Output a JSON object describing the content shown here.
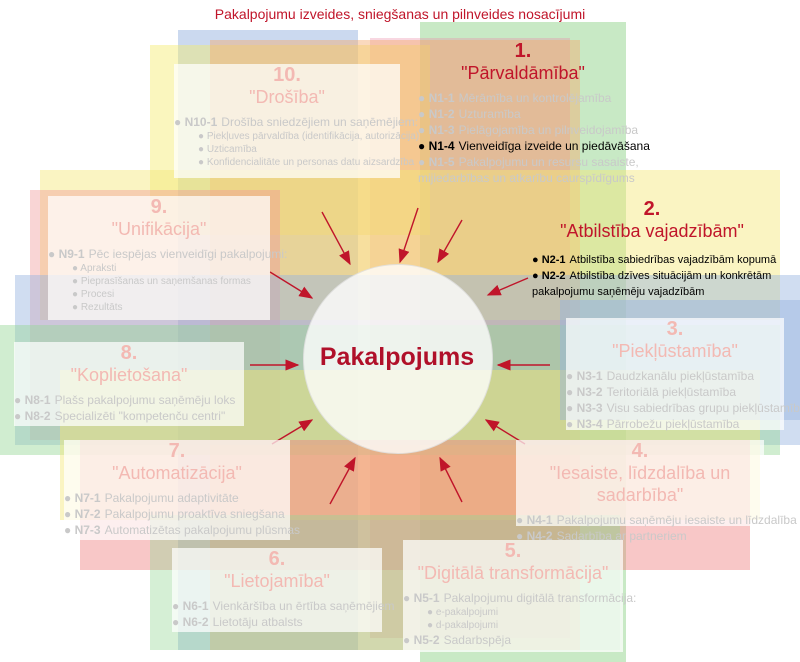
{
  "title": "Pakalpojumu izveides, sniegšanas un pilnveides nosacījumi",
  "center": "Pakalpojums",
  "colors": {
    "red": "#c0152a",
    "accent_orange": "#f5a55c",
    "accent_yellow": "#f2e463",
    "accent_green": "#9fd79a",
    "accent_blue": "#8fa9db"
  },
  "panels": [
    {
      "id": "p1",
      "num": "1.",
      "name": "\"Pārvaldāmība\"",
      "items": [
        {
          "code": "N1-1",
          "text": "Mērāmība un kontrolējamība"
        },
        {
          "code": "N1-2",
          "text": "Uzturamība"
        },
        {
          "code": "N1-3",
          "text": "Pielāgojamība un pilnveidojamība"
        },
        {
          "code": "N1-4",
          "text": "Vienveidīga izveide un piedāvāšana",
          "hl": true
        },
        {
          "code": "N1-5",
          "text": "Pakalpojumu un resursu sasaiste,"
        },
        {
          "text": "mijiedarbības un atkarību caurspīdīgums",
          "cont": true
        }
      ]
    },
    {
      "id": "p2",
      "num": "2.",
      "name": "\"Atbilstība vajadzībām\"",
      "items": [
        {
          "code": "N2-1",
          "text": "Atbilstība sabiedrības vajadzībām kopumā"
        },
        {
          "code": "N2-2",
          "text": "Atbilstība dzīves situācijām un konkrētām"
        },
        {
          "text": "pakalpojumu saņēmēju vajadzībām",
          "cont": true
        }
      ]
    },
    {
      "id": "p3",
      "num": "3.",
      "name": "\"Piekļūstamība\"",
      "items": [
        {
          "code": "N3-1",
          "text": "Daudzkanālu piekļūstamība"
        },
        {
          "code": "N3-2",
          "text": "Teritoriālā piekļūstamība"
        },
        {
          "code": "N3-3",
          "text": "Visu sabiedrības grupu piekļūstamība"
        },
        {
          "code": "N3-4",
          "text": "Pārrobežu piekļūstamība"
        }
      ]
    },
    {
      "id": "p4",
      "num": "4.",
      "name": "\"Iesaiste, līdzdalība un sadarbība\"",
      "items": [
        {
          "code": "N4-1",
          "text": "Pakalpojumu saņēmēju iesaiste un līdzdalība"
        },
        {
          "code": "N4-2",
          "text": "Sadarbība ar partneriem"
        }
      ]
    },
    {
      "id": "p5",
      "num": "5.",
      "name": "\"Digitālā transformācija\"",
      "items": [
        {
          "code": "N5-1",
          "text": "Pakalpojumu digitālā transformācija:"
        },
        {
          "sub": "e-pakalpojumi"
        },
        {
          "sub": "d-pakalpojumi"
        },
        {
          "code": "N5-2",
          "text": "Sadarbspēja"
        }
      ]
    },
    {
      "id": "p6",
      "num": "6.",
      "name": "\"Lietojamība\"",
      "items": [
        {
          "code": "N6-1",
          "text": "Vienkāršība un ērtība saņēmējiem"
        },
        {
          "code": "N6-2",
          "text": "Lietotāju atbalsts"
        }
      ]
    },
    {
      "id": "p7",
      "num": "7.",
      "name": "\"Automatizācija\"",
      "items": [
        {
          "code": "N7-1",
          "text": "Pakalpojumu adaptivitāte"
        },
        {
          "code": "N7-2",
          "text": "Pakalpojumu proaktīva sniegšana"
        },
        {
          "code": "N7-3",
          "text": "Automatizētas pakalpojumu plūsmas"
        }
      ]
    },
    {
      "id": "p8",
      "num": "8.",
      "name": "\"Koplietošana\"",
      "items": [
        {
          "code": "N8-1",
          "text": "Plašs pakalpojumu saņēmēju loks"
        },
        {
          "code": "N8-2",
          "text": "Specializēti \"kompetenču centri\""
        }
      ]
    },
    {
      "id": "p9",
      "num": "9.",
      "name": "\"Unifikācija\"",
      "items": [
        {
          "code": "N9-1",
          "text": "Pēc iespējas vienveidīgi pakalpojumi:"
        },
        {
          "sub": "Apraksti"
        },
        {
          "sub": "Pieprasīšanas un saņemšanas formas"
        },
        {
          "sub": "Procesi"
        },
        {
          "sub": "Rezultāts"
        }
      ]
    },
    {
      "id": "p10",
      "num": "10.",
      "name": "\"Drošība\"",
      "items": [
        {
          "code": "N10-1",
          "text": "Drošība sniedzējiem un saņēmējiem:"
        },
        {
          "sub": "Piekļuves pārvaldība (identifikācija, autorizācija)"
        },
        {
          "sub": "Uzticamība"
        },
        {
          "sub": "Konfidencialitāte un personas datu aizsardzība"
        }
      ]
    }
  ]
}
